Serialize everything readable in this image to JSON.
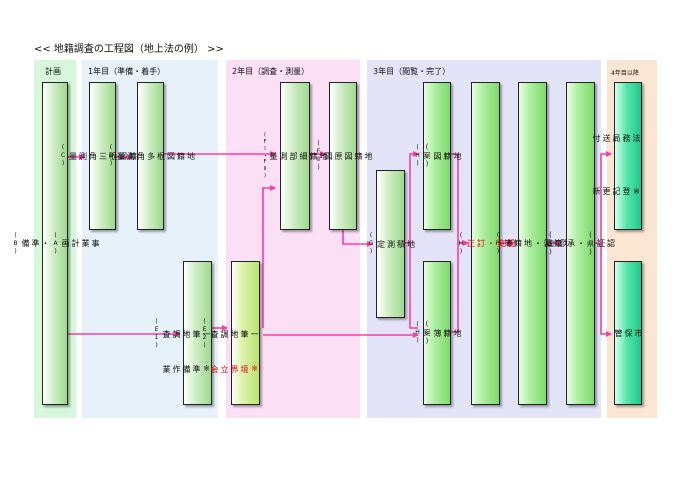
{
  "title": "<< 地籍調査の工程図（地上法の例） >>",
  "phases": [
    {
      "label": "計画",
      "color": "#d6f7da"
    },
    {
      "label": "1年目（準備・着手）",
      "color": "#e6f1f9"
    },
    {
      "label": "2年目（調査・測量）",
      "color": "#fbe0f5"
    },
    {
      "label": "3年目（閲覧・完了）",
      "color": "#e3e4f8"
    },
    {
      "label": "4年目以降",
      "color": "#fbe5d3"
    }
  ],
  "boxes": {
    "plan": [
      "事",
      "業",
      "計",
      "画",
      "(A)",
      "・",
      "準",
      "備",
      "(B)"
    ],
    "c": [
      "地",
      "籍",
      "図",
      "根",
      "三",
      "角",
      "測",
      "量",
      "(C)"
    ],
    "d": [
      "地",
      "籍",
      "図",
      "根",
      "多",
      "角",
      "測",
      "量",
      "(D)"
    ],
    "e1": {
      "main": [
        "一",
        "筆",
        "地",
        "調",
        "査",
        "(E1)"
      ],
      "note": [
        "※",
        "準",
        "備",
        "作",
        "業"
      ]
    },
    "e2": {
      "main": [
        "一",
        "筆",
        "地",
        "調",
        "査",
        "(E2)"
      ],
      "note": [
        "※",
        "境",
        "界",
        "立",
        "会"
      ]
    },
    "f1": [
      "地",
      "籍",
      "細",
      "部",
      "測",
      "量",
      "(FⅠ・FⅡ)"
    ],
    "f2": [
      "地",
      "籍",
      "図",
      "原",
      "図",
      "(FⅡ)"
    ],
    "g": [
      "地",
      "積",
      "測",
      "定",
      "(G)"
    ],
    "h_map": [
      "地",
      "籍",
      "図",
      "(案)",
      "(H)"
    ],
    "h_book": [
      "地",
      "籍",
      "簿",
      "(案)",
      "(H)"
    ],
    "review": [
      "閲",
      "覧",
      "・",
      "訂",
      "正",
      "(H)"
    ],
    "final": [
      "地",
      "籍",
      "図",
      "・",
      "地",
      "籍",
      "簿",
      "(H)"
    ],
    "cert": [
      "認",
      "証",
      "(県)",
      "・",
      "承",
      "認",
      "(国)"
    ],
    "send": {
      "main": [
        "法",
        "務",
        "局",
        "送",
        "付"
      ],
      "note": [
        "※",
        "登",
        "記",
        "更",
        "新"
      ]
    },
    "city": [
      "市",
      "保",
      "管"
    ]
  },
  "colors": {
    "arrow": "#ff3aa8",
    "accent_red": "#e00000"
  }
}
